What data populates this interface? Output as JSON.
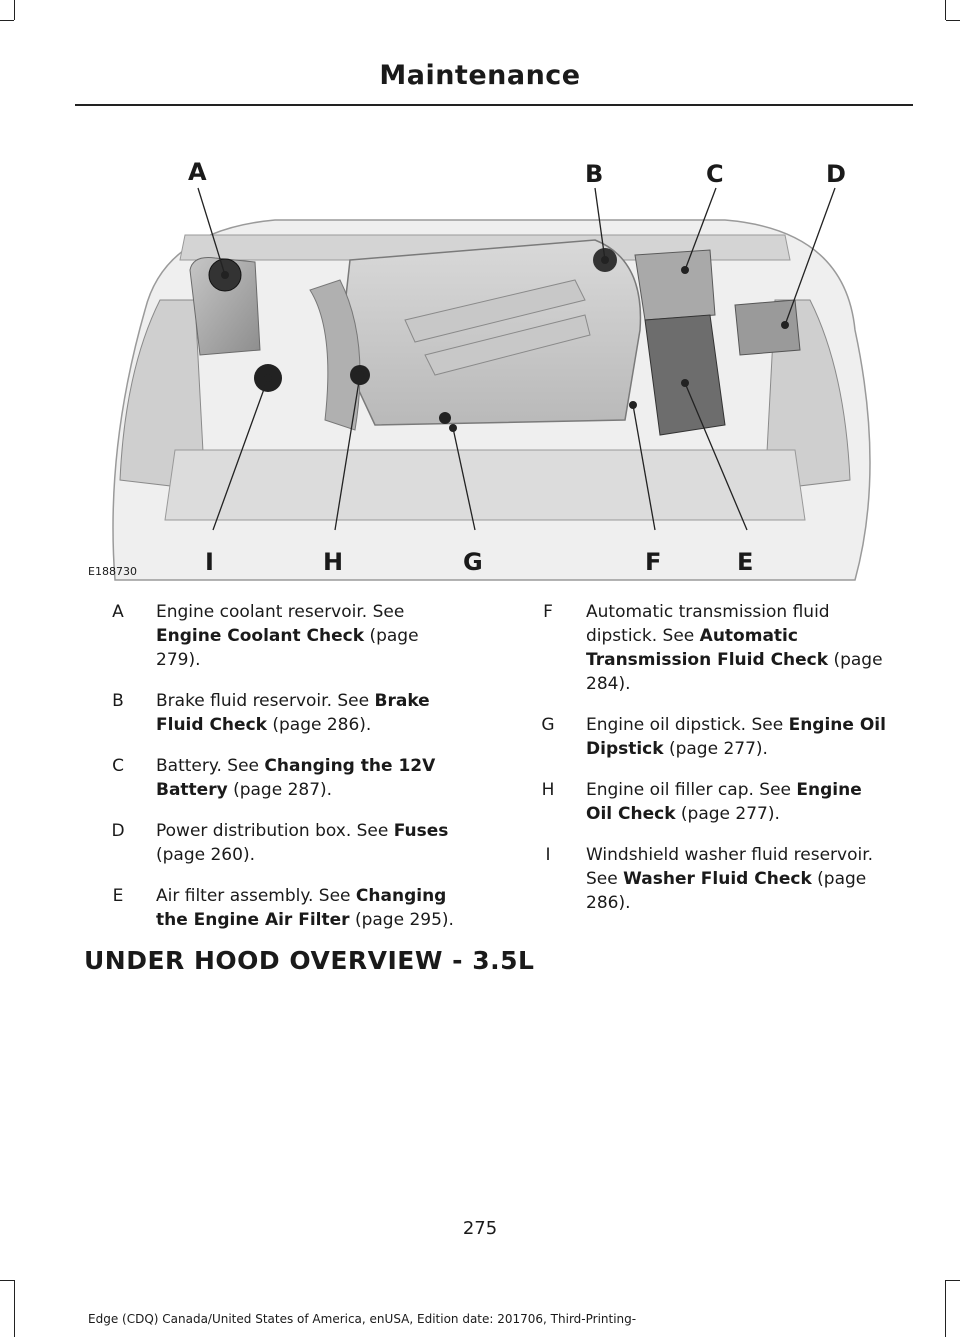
{
  "header": {
    "title": "Maintenance"
  },
  "figure": {
    "id": "E188730",
    "callouts_top": [
      "A",
      "B",
      "C",
      "D"
    ],
    "callouts_bottom": [
      "I",
      "H",
      "G",
      "F",
      "E"
    ]
  },
  "items_left": [
    {
      "letter": "A",
      "parts": [
        "Engine coolant reservoir.  See ",
        "Engine Coolant Check",
        " (page 279)."
      ]
    },
    {
      "letter": "B",
      "parts": [
        "Brake fluid reservoir.  See ",
        "Brake Fluid Check",
        " (page 286)."
      ]
    },
    {
      "letter": "C",
      "parts": [
        "Battery.  See ",
        "Changing the 12V Battery",
        " (page 287)."
      ]
    },
    {
      "letter": "D",
      "parts": [
        "Power distribution box.  See ",
        "Fuses",
        " (page 260)."
      ]
    },
    {
      "letter": "E",
      "parts": [
        "Air filter assembly.  See ",
        "Changing the Engine Air Filter",
        " (page 295)."
      ]
    }
  ],
  "items_right": [
    {
      "letter": "F",
      "parts": [
        "Automatic transmission fluid dipstick.  See ",
        "Automatic Transmission Fluid Check",
        " (page 284)."
      ]
    },
    {
      "letter": "G",
      "parts": [
        "Engine oil dipstick.  See ",
        "Engine Oil Dipstick",
        " (page 277)."
      ]
    },
    {
      "letter": "H",
      "parts": [
        "Engine oil filler cap.  See ",
        "Engine Oil Check",
        " (page 277)."
      ]
    },
    {
      "letter": "I",
      "parts": [
        "Windshield washer fluid reservoir.  See ",
        "Washer Fluid Check",
        " (page 286)."
      ]
    }
  ],
  "section": {
    "heading": "UNDER HOOD OVERVIEW - 3.5L"
  },
  "footer": {
    "page_number": "275",
    "edition": "Edge (CDQ) Canada/United States of America, enUSA, Edition date: 201706, Third-Printing-"
  }
}
